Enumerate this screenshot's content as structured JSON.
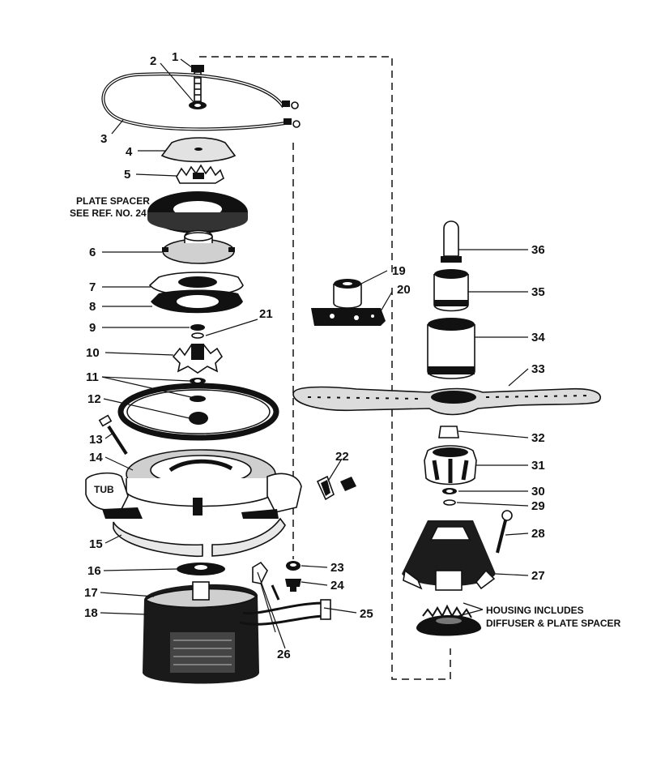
{
  "colors": {
    "ink": "#111111",
    "paper": "#ffffff",
    "shade": "#555555",
    "light": "#d9d9d9"
  },
  "notes": {
    "plate_spacer_line1": "PLATE SPACER",
    "plate_spacer_line2": "SEE REF. NO. 24",
    "tub": "TUB",
    "housing_line1": "HOUSING INCLUDES",
    "housing_line2": "DIFFUSER & PLATE SPACER"
  },
  "callouts": [
    {
      "number": "1"
    },
    {
      "number": "2"
    },
    {
      "number": "3"
    },
    {
      "number": "4"
    },
    {
      "number": "5"
    },
    {
      "number": "6"
    },
    {
      "number": "7"
    },
    {
      "number": "8"
    },
    {
      "number": "9"
    },
    {
      "number": "10"
    },
    {
      "number": "11"
    },
    {
      "number": "12"
    },
    {
      "number": "13"
    },
    {
      "number": "14"
    },
    {
      "number": "15"
    },
    {
      "number": "16"
    },
    {
      "number": "17"
    },
    {
      "number": "18"
    },
    {
      "number": "19"
    },
    {
      "number": "20"
    },
    {
      "number": "21"
    },
    {
      "number": "22"
    },
    {
      "number": "23"
    },
    {
      "number": "24"
    },
    {
      "number": "25"
    },
    {
      "number": "26"
    },
    {
      "number": "27"
    },
    {
      "number": "28"
    },
    {
      "number": "29"
    },
    {
      "number": "30"
    },
    {
      "number": "31"
    },
    {
      "number": "32"
    },
    {
      "number": "33"
    },
    {
      "number": "34"
    },
    {
      "number": "35"
    },
    {
      "number": "36"
    }
  ]
}
